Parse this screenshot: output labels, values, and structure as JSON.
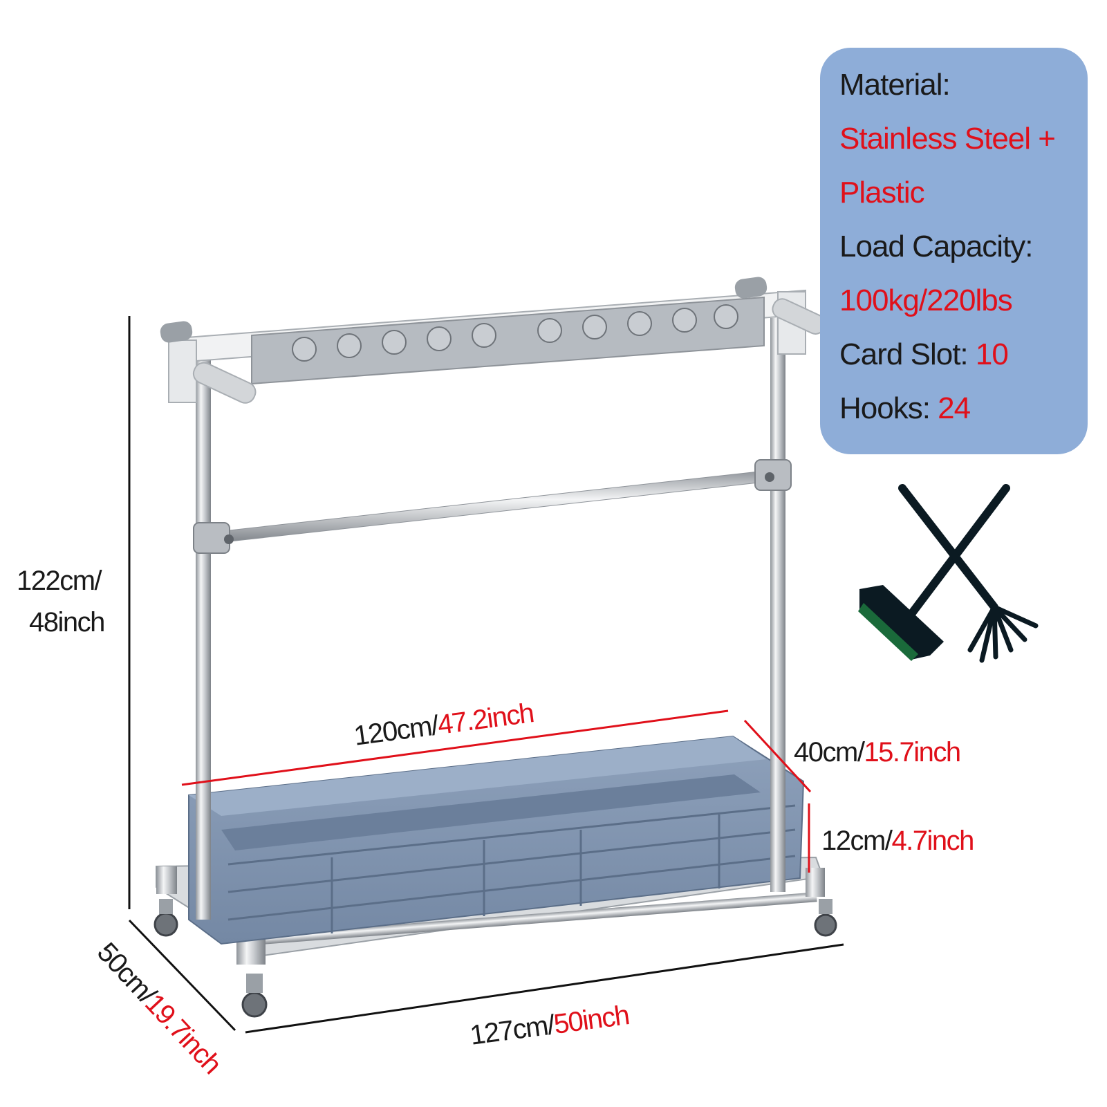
{
  "colors": {
    "accent_red": "#e0101a",
    "card_blue": "#8eadd8",
    "text_dark": "#1a1a1a",
    "bin_blue": "#7d92ae",
    "steel": "#c8ccd0"
  },
  "specs": {
    "material_label": "Material:",
    "material_line1": "Stainless Steel +",
    "material_line2": "Plastic",
    "load_label": "Load Capacity:",
    "load_value": "100kg/220lbs",
    "card_slot_label": "Card Slot: ",
    "card_slot_value": "10",
    "hooks_label": "Hooks: ",
    "hooks_value": "24"
  },
  "dimensions": {
    "height_cm": "122cm/",
    "height_in": "48inch",
    "inner_length_cm": "120cm/",
    "inner_length_in": "47.2inch",
    "inner_width_cm": "40cm/",
    "inner_width_in": "15.7inch",
    "bin_height_cm": "12cm/",
    "bin_height_in": "4.7inch",
    "base_depth_cm": "50cm/",
    "base_depth_in": "19.7inch",
    "total_length_cm": "127cm/",
    "total_length_in": "50inch"
  },
  "icons": [
    "broom-icon",
    "rake-icon"
  ]
}
